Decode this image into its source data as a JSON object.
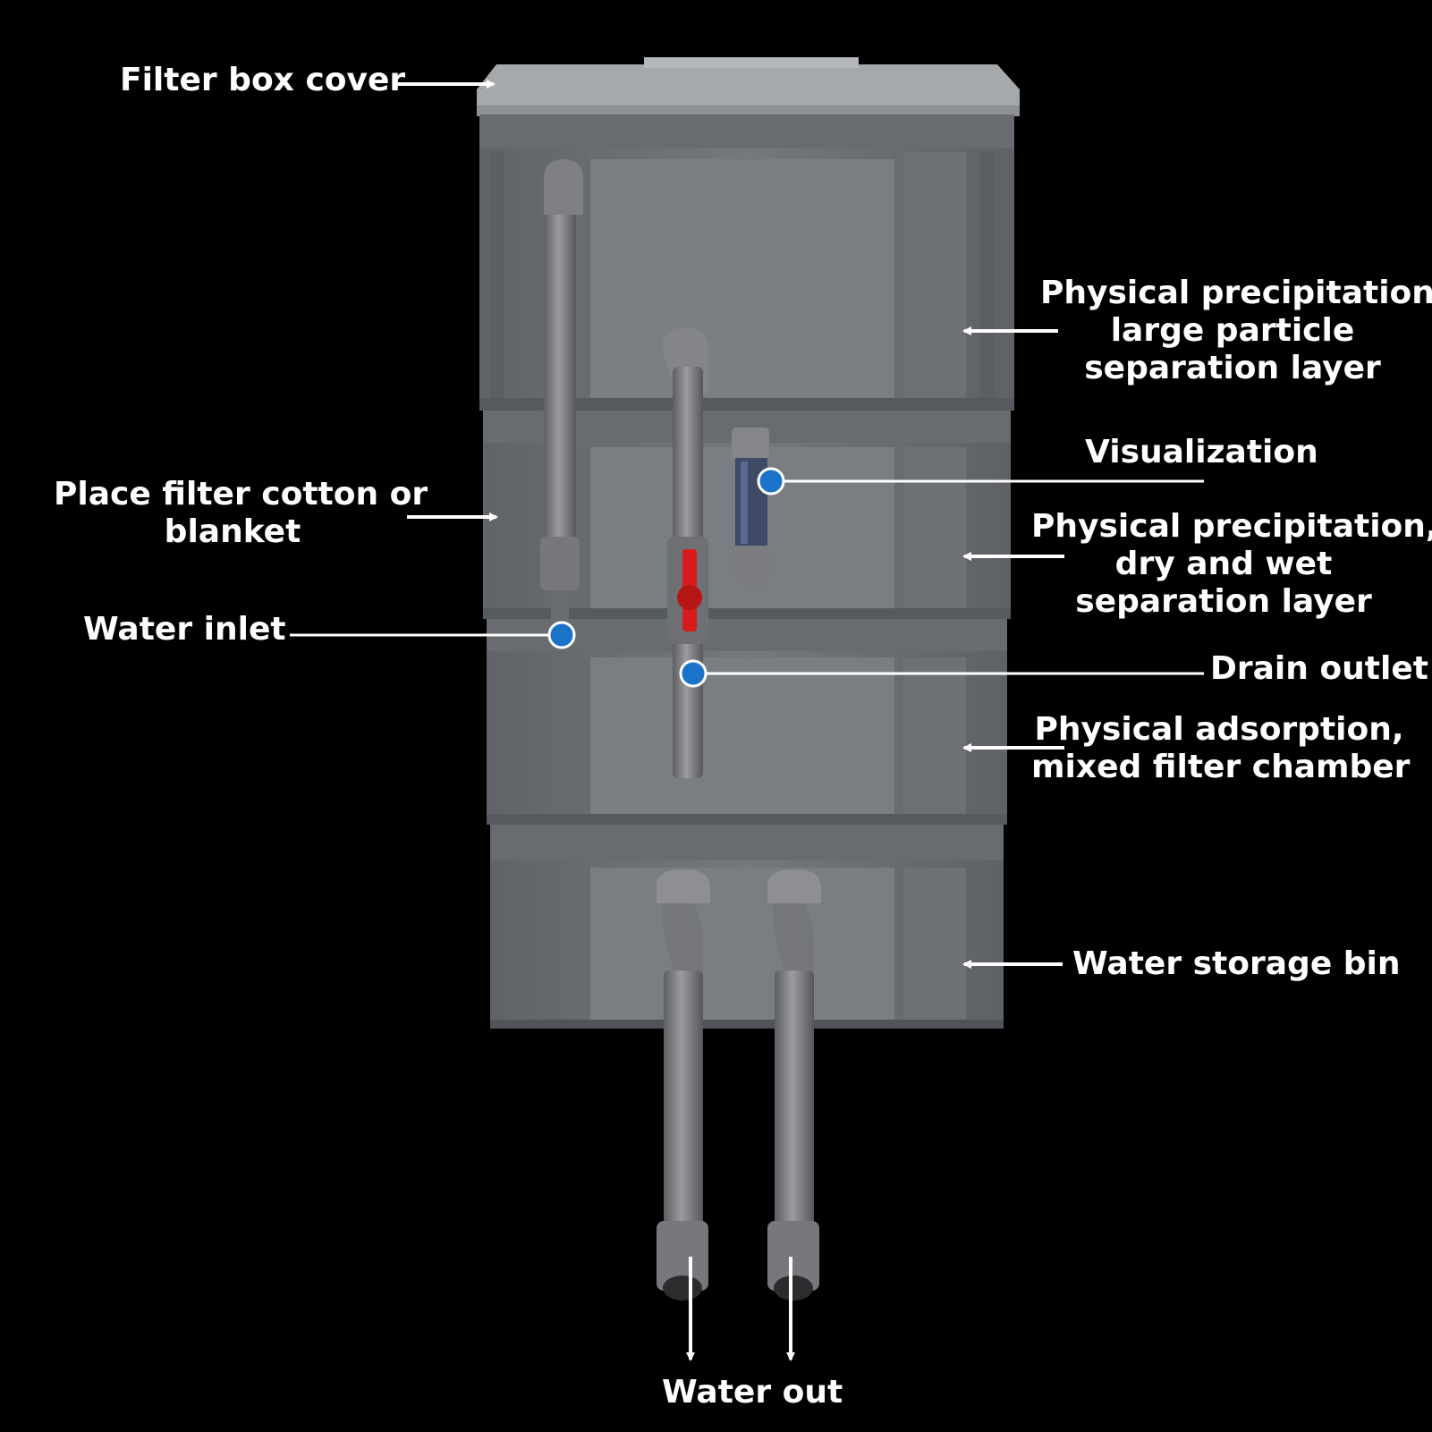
{
  "labels": {
    "filter_box_cover": "Filter box cover",
    "place_filter_cotton": [
      "Place filter cotton or",
      "blanket"
    ],
    "water_inlet": "Water inlet",
    "physical_precipitation_large": [
      "Physical precipitation,",
      "large particle",
      "separation layer"
    ],
    "visualization": "Visualization",
    "physical_precipitation_dry_wet": [
      "Physical precipitation,",
      "dry and wet",
      "separation layer"
    ],
    "drain_outlet": "Drain outlet",
    "physical_adsorption": [
      "Physical adsorption,",
      "mixed filter chamber"
    ],
    "water_storage_bin": "Water storage bin",
    "water_out": "Water out"
  },
  "colors": {
    "background": "#000000",
    "box_body": "#6f7276",
    "box_cover": "#a4a7aa",
    "pipe": "#8a8c90",
    "valve_handle": "#e21b1b",
    "marker_dot": "#1a73c9",
    "label_text": "#ffffff"
  }
}
